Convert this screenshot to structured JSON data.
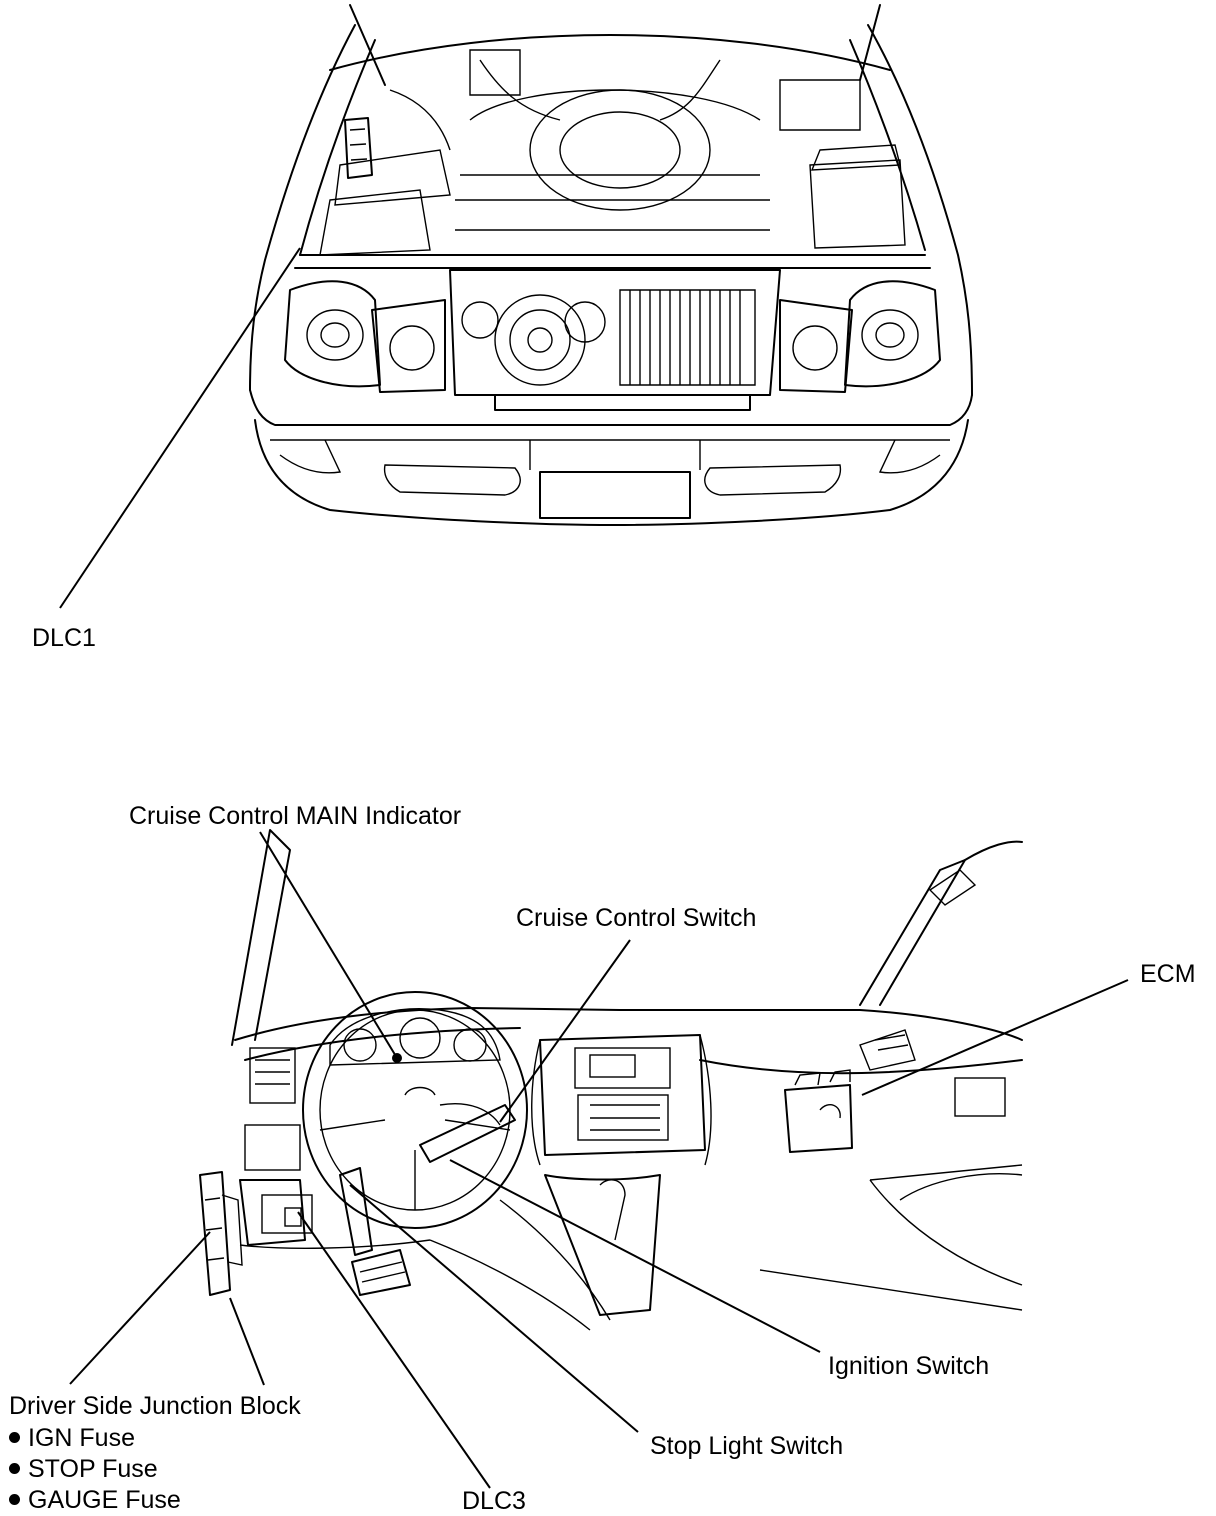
{
  "top_view": {
    "labels": {
      "dlc1": "DLC1"
    }
  },
  "interior_view": {
    "labels": {
      "main_indicator": "Cruise Control MAIN Indicator",
      "cruise_switch": "Cruise Control Switch",
      "ecm": "ECM",
      "ignition_switch": "Ignition Switch",
      "stop_light_switch": "Stop Light Switch",
      "junction_block": "Driver Side Junction Block",
      "dlc3": "DLC3"
    },
    "fuses": [
      "IGN Fuse",
      "STOP Fuse",
      "GAUGE Fuse"
    ]
  }
}
